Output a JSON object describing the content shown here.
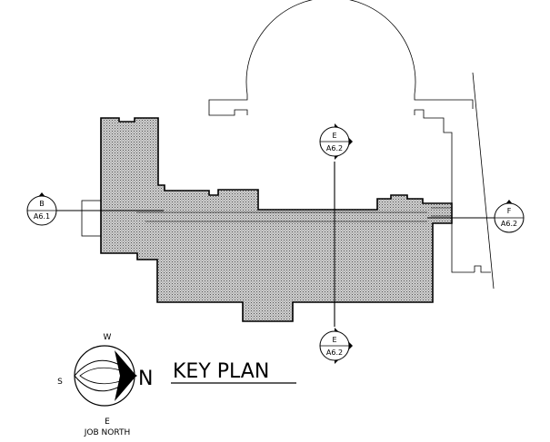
{
  "title": "KEY PLAN",
  "section_tags": [
    {
      "id": "B",
      "sheet": "A6.1"
    },
    {
      "id": "E",
      "sheet": "A6.2"
    },
    {
      "id": "E",
      "sheet": "A6.2"
    },
    {
      "id": "F",
      "sheet": "A6.2"
    }
  ],
  "compass": {
    "north_letter": "N",
    "top_letter": "W",
    "left_letter": "S",
    "bottom_letter": "E",
    "caption": "JOB NORTH"
  },
  "colors": {
    "ink": "#000000",
    "fill_light": "#c8c8c8",
    "paper": "#ffffff"
  }
}
